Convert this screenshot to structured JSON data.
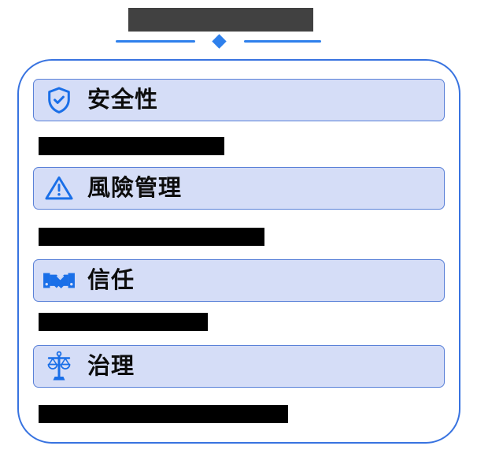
{
  "header": {
    "title_redacted": true,
    "title_redaction_style": "width:235px",
    "divider": {
      "shape": "diamond",
      "color": "#2e80ec"
    }
  },
  "panel": {
    "border_color": "#3873e0",
    "sections": [
      {
        "label": "安全性",
        "icon": "shield-check-icon",
        "redaction_style": "width:236px"
      },
      {
        "label": "風險管理",
        "icon": "warning-triangle-icon",
        "redaction_style": "width:287px"
      },
      {
        "label": "信任",
        "icon": "handshake-icon",
        "redaction_style": "width:215px"
      },
      {
        "label": "治理",
        "icon": "scales-icon",
        "redaction_style": "width:317px"
      }
    ]
  },
  "colors": {
    "accent_blue": "#2e80ec",
    "icon_blue": "#1a6fe8",
    "container_border": "#3873e0",
    "bar_fill": "#d5ddf7",
    "bar_border": "#5a81d8",
    "title_bar_fill": "#414141",
    "redaction": "#000000"
  }
}
